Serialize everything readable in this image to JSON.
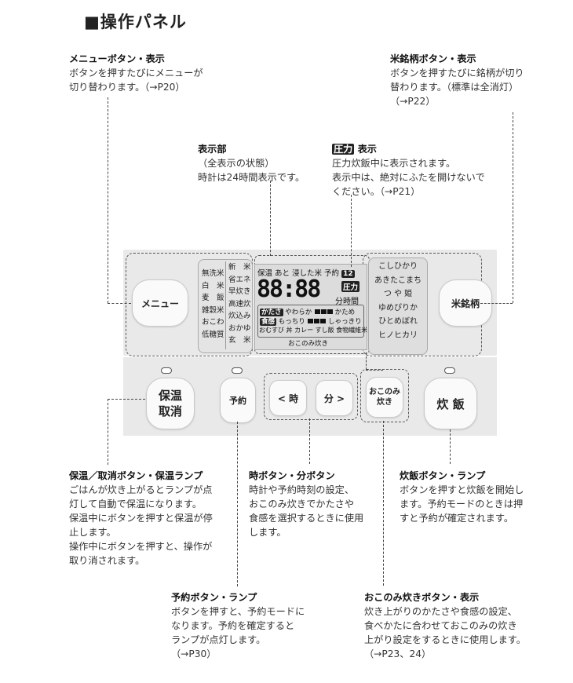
{
  "heading": "■操作パネル",
  "callouts": {
    "menu": {
      "title": "メニューボタン・表示",
      "lines": [
        "ボタンを押すたびにメニューが",
        "切り替わります。（→P20）"
      ]
    },
    "brand": {
      "title": "米銘柄ボタン・表示",
      "lines": [
        "ボタンを押すたびに銘柄が切り",
        "替わります。（標準は全消灯）",
        "（→P22）"
      ]
    },
    "display": {
      "title": "表示部",
      "lines": [
        "（全表示の状態）",
        "時計は24時間表示です。"
      ]
    },
    "pressure": {
      "badge": "圧力",
      "title": "表示",
      "lines": [
        "圧力炊飯中に表示されます。",
        "表示中は、絶対にふたを開けないで",
        "ください。（→P21）"
      ]
    },
    "keepwarm": {
      "title": "保温／取消ボタン・保温ランプ",
      "lines": [
        "ごはんが炊き上がるとランプが点",
        "灯して自動で保温になります。",
        "保温中にボタンを押すと保温が停",
        "止します。",
        "操作中にボタンを押すと、操作が",
        "取り消されます。"
      ]
    },
    "timebtn": {
      "title": "時ボタン・分ボタン",
      "lines": [
        "時計や予約時刻の設定、",
        "おこのみ炊きでかたさや",
        "食感を選択するときに使用",
        "します。"
      ]
    },
    "cook": {
      "title": "炊飯ボタン・ランプ",
      "lines": [
        "ボタンを押すと炊飯を開始し",
        "ます。予約モードのときは押",
        "すと予約が確定されます。"
      ]
    },
    "timer": {
      "title": "予約ボタン・ランプ",
      "lines": [
        "ボタンを押すと、予約モードに",
        "なります。予約を確定すると",
        "ランプが点灯します。",
        "（→P30）"
      ]
    },
    "okonomi": {
      "title": "おこのみ炊きボタン・表示",
      "lines": [
        "炊き上がりのかたさや食感の設定、",
        "食べかたに合わせておこのみの炊き",
        "上がり設定をするときに使用します。",
        "（→P23、24）"
      ]
    }
  },
  "panel": {
    "buttons": {
      "menu": "メニュー",
      "brand": "米銘柄",
      "keepwarm_1": "保温",
      "keepwarm_2": "取消",
      "timer": "予約",
      "hour": "< 時",
      "minute": "分 >",
      "okonomi_1": "おこのみ",
      "okonomi_2": "炊き",
      "cook": "炊 飯"
    },
    "menu_left": [
      "無洗米",
      "白　米",
      "麦　飯",
      "雑穀米",
      "おこわ",
      "低糖質"
    ],
    "menu_right": [
      "新　米",
      "省エネ",
      "早炊き",
      "高速炊",
      "炊込み",
      "おかゆ",
      "玄　米"
    ],
    "rice_brands": [
      "こしひかり",
      "あきたこまち",
      "つ や 姫",
      "ゆめぴりか",
      "ひとめぼれ",
      "ヒノヒカリ"
    ],
    "lcd": {
      "top_row": "保温 あと 浸した米 予約",
      "timer_nums": "12",
      "digits": "88:88",
      "pressure": "圧力",
      "time_unit": "分時間",
      "hardness_tag": "かたさ",
      "soft": "やわらか",
      "hard": "かため",
      "texture_tag": "食感",
      "sticky": "もっちり",
      "crisp": "しゃっきり",
      "dishes": "おむすび 丼 カレー すし飯 食物繊維米",
      "okonomi_label": "おこのみ炊き"
    }
  }
}
